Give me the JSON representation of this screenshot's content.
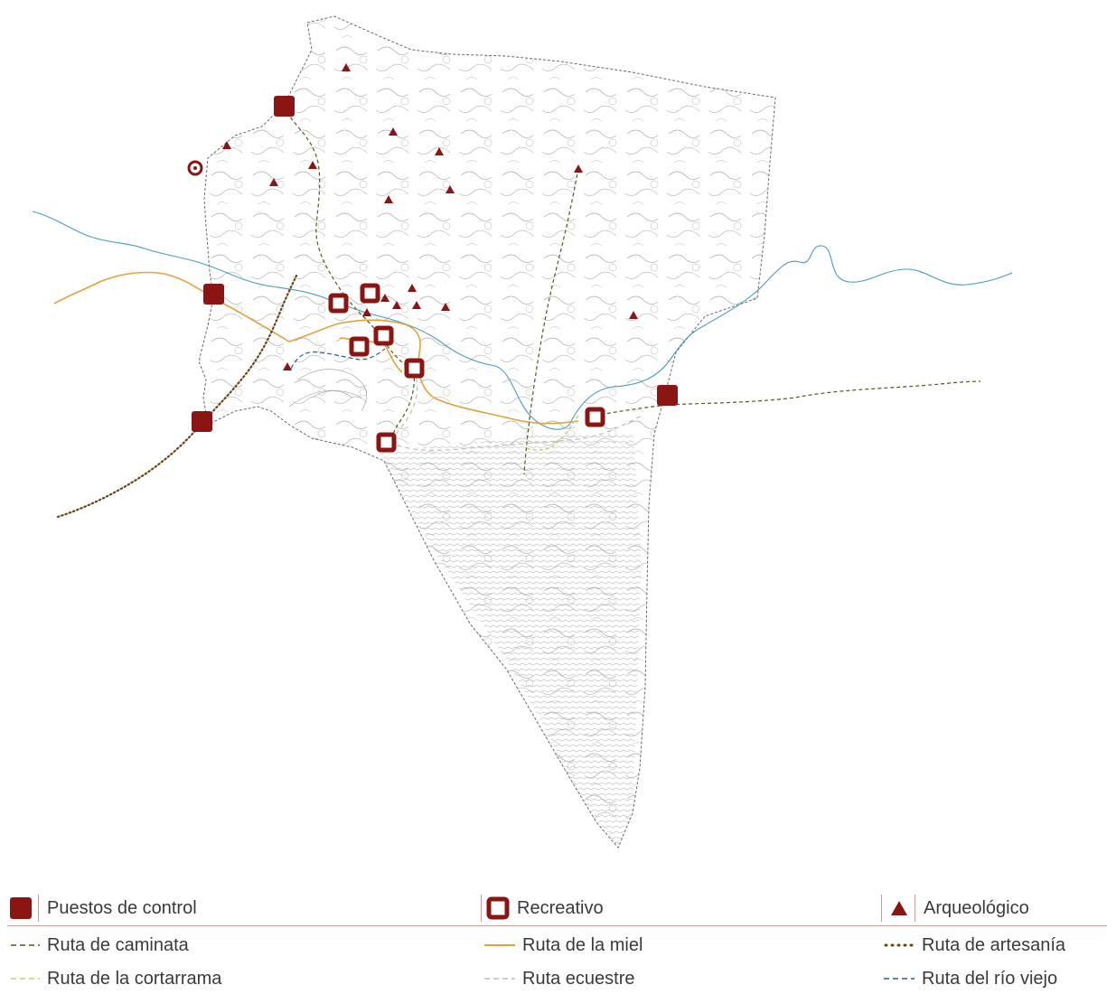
{
  "colors": {
    "control": "#8b1512",
    "river": "#4a9bc0",
    "caminata": "#4f5a1f",
    "miel": "#e2a23c",
    "artesania": "#6b4514",
    "cortarrama": "#bcd07a",
    "ecuestre": "#c9b9ae",
    "rio_viejo": "#2d5a95",
    "border": "#666666",
    "contour": "#9a9a9a"
  },
  "legend": {
    "puestos": "Puestos de control",
    "recreativo": "Recreativo",
    "arqueologico": "Arqueológico",
    "caminata": "Ruta de caminata",
    "miel": "Ruta de la miel",
    "artesania": "Ruta de artesanía",
    "cortarrama": "Ruta de la cortarrama",
    "ecuestre": "Ruta ecuestre",
    "rio_viejo": "Ruta del río viejo"
  },
  "icons": {
    "control": "filled-square-icon",
    "recreativo": "hollow-square-icon",
    "arqueologico": "triangle-icon"
  }
}
